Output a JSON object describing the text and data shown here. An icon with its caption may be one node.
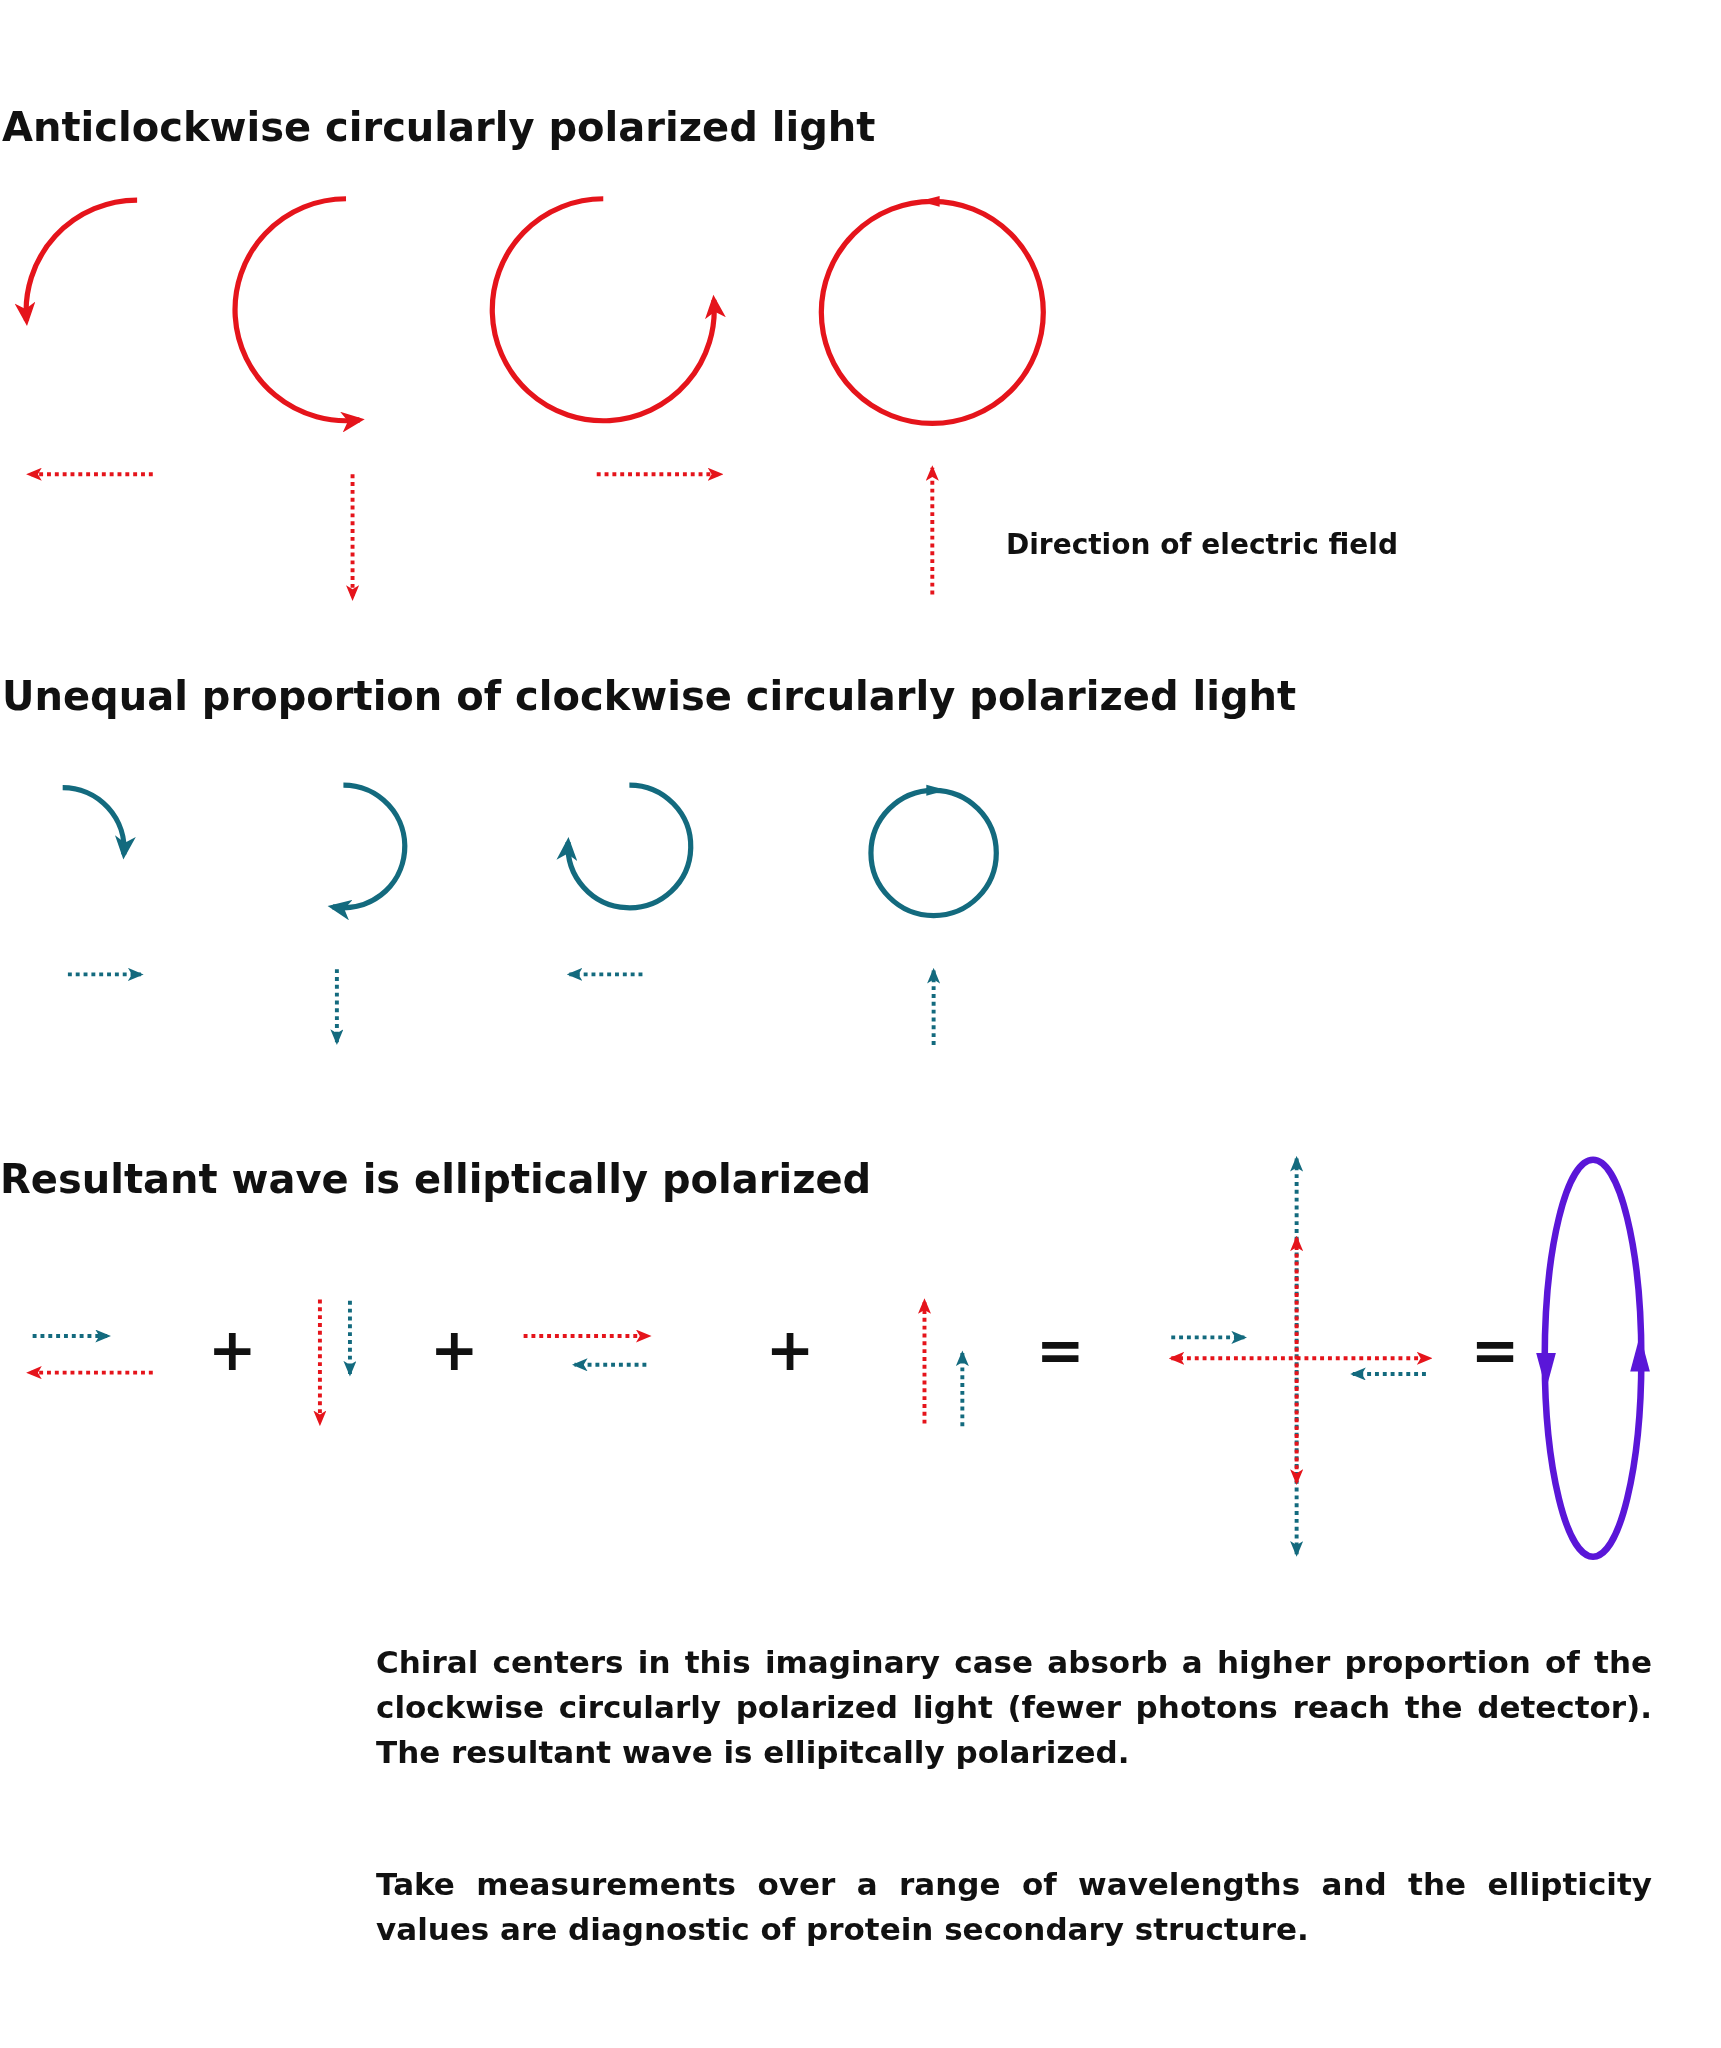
{
  "diagram": {
    "labels": [
      "Anticlockwise circularly polarized light",
      "Direction of electric field",
      "Unequal proportion of clockwise circularly polarized light",
      "Resultant wave is elliptically polarized",
      "+",
      "+",
      "+",
      "=",
      "=",
      "Chiral centers in this imaginary case absorb a higher proportion of the clockwise circularly polarized light (fewer photons reach the detector). The resultant wave is ellipitcally polarized.",
      "Take measurements over a range of wavelengths and the ellipticity values are diagnostic of protein secondary structure."
    ]
  }
}
